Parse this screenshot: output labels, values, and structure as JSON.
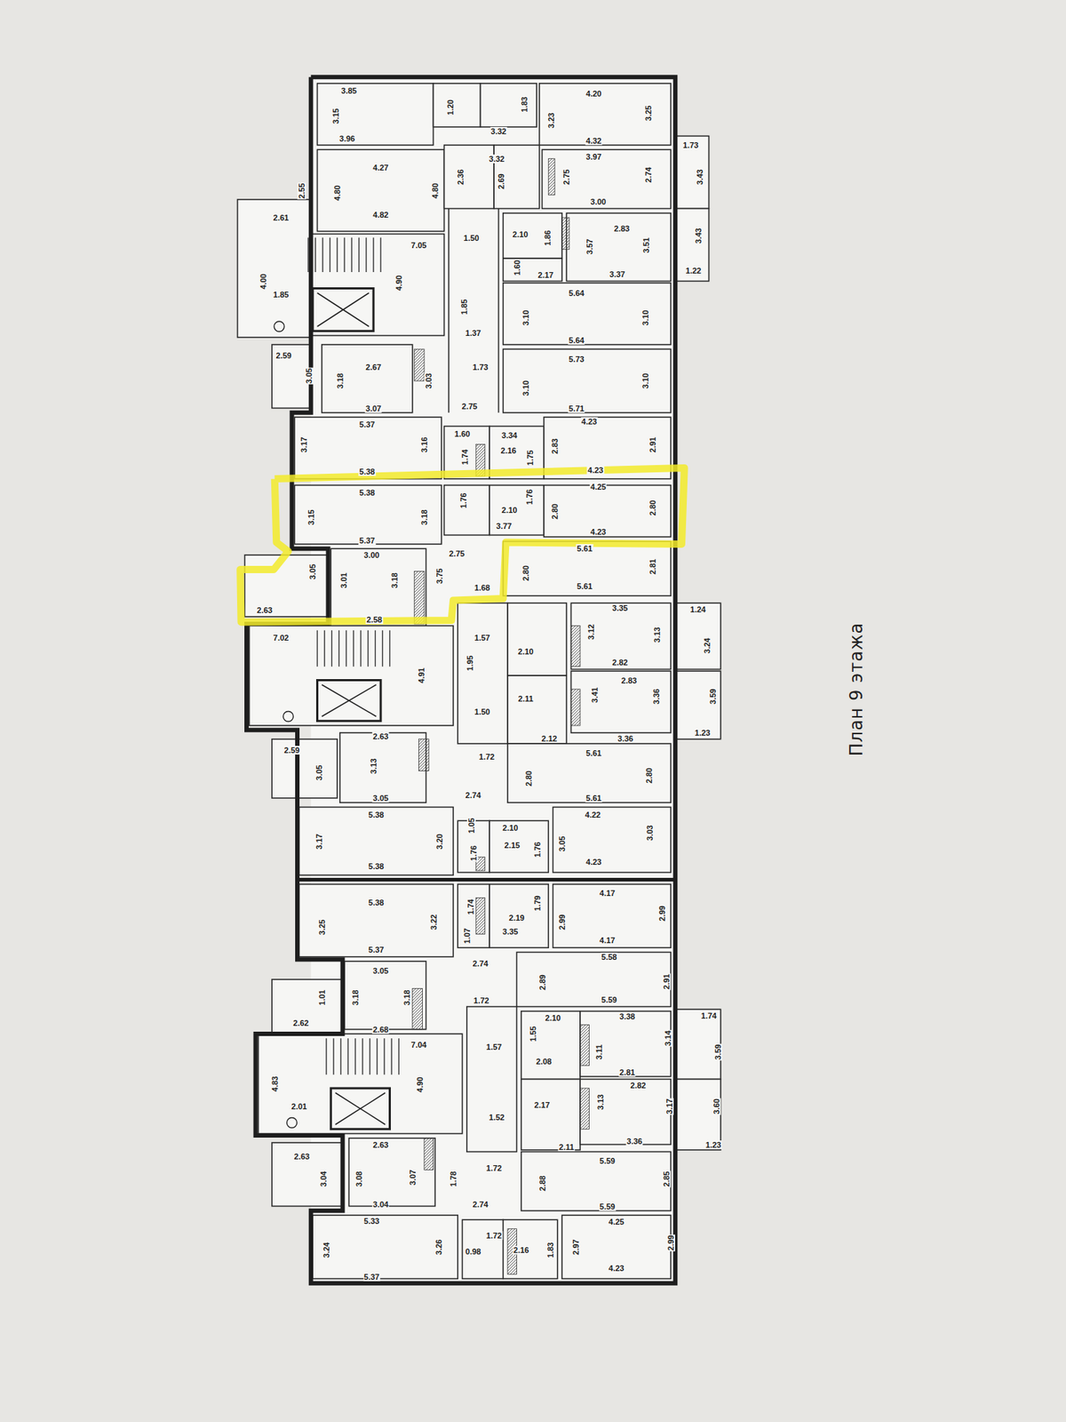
{
  "diagram": {
    "caption": "План 9 этажа",
    "labels": [
      "3.85",
      "3.96",
      "3.15",
      "4.27",
      "4.82",
      "4.80",
      "4.80",
      "3.32",
      "1.20",
      "1.83",
      "2.36",
      "3.32",
      "2.69",
      "4.20",
      "4.32",
      "3.23",
      "3.25",
      "3.97",
      "3.00",
      "2.75",
      "2.74",
      "2.10",
      "2.17",
      "1.86",
      "1.60",
      "2.83",
      "3.37",
      "3.57",
      "3.51",
      "5.64",
      "5.64",
      "3.10",
      "3.10",
      "5.73",
      "5.71",
      "3.10",
      "3.10",
      "1.50",
      "1.85",
      "1.37",
      "1.73",
      "2.75",
      "7.05",
      "4.90",
      "2.61",
      "2.55",
      "1.85",
      "4.00",
      "2.67",
      "3.07",
      "3.18",
      "3.03",
      "2.59",
      "3.05",
      "1.73",
      "3.43",
      "3.43",
      "1.22",
      "5.37",
      "5.38",
      "3.17",
      "3.16",
      "5.38",
      "5.37",
      "3.15",
      "3.18",
      "3.34",
      "1.60",
      "2.16",
      "1.75",
      "1.74",
      "1.76",
      "1.76",
      "2.10",
      "3.77",
      "4.23",
      "4.23",
      "2.83",
      "2.91",
      "4.25",
      "4.23",
      "2.80",
      "2.80",
      "5.61",
      "5.61",
      "2.80",
      "2.81",
      "3.00",
      "2.58",
      "3.01",
      "3.18",
      "3.75",
      "2.75",
      "1.68",
      "2.63",
      "3.05",
      "7.02",
      "4.91",
      "1.57",
      "1.95",
      "1.50",
      "1.72",
      "2.10",
      "2.11",
      "2.12",
      "3.35",
      "2.82",
      "3.12",
      "3.13",
      "2.83",
      "3.36",
      "3.41",
      "3.36",
      "1.24",
      "3.24",
      "3.59",
      "1.23",
      "5.61",
      "5.61",
      "2.80",
      "2.80",
      "4.22",
      "4.23",
      "3.05",
      "3.03",
      "2.63",
      "3.05",
      "3.13",
      "2.59",
      "3.05",
      "2.74",
      "2.10",
      "1.05",
      "5.38",
      "5.38",
      "3.17",
      "3.20",
      "1.76",
      "2.15",
      "1.76",
      "5.38",
      "5.37",
      "3.25",
      "3.22",
      "1.74",
      "2.19",
      "3.35",
      "1.79",
      "1.07",
      "4.17",
      "4.17",
      "2.99",
      "2.99",
      "5.58",
      "5.59",
      "2.89",
      "2.91",
      "2.74",
      "1.72",
      "3.05",
      "2.68",
      "3.18",
      "3.18",
      "1.01",
      "2.62",
      "7.04",
      "4.90",
      "2.01",
      "4.83",
      "1.57",
      "1.52",
      "1.72",
      "2.10",
      "2.08",
      "2.17",
      "2.11",
      "1.55",
      "3.38",
      "2.81",
      "3.11",
      "3.14",
      "2.82",
      "3.36",
      "3.13",
      "3.17",
      "1.74",
      "3.59",
      "3.60",
      "1.23",
      "5.59",
      "5.59",
      "2.88",
      "2.85",
      "2.63",
      "3.04",
      "3.08",
      "3.07",
      "3.04",
      "2.63",
      "2.74",
      "1.78",
      "5.33",
      "5.37",
      "3.24",
      "3.26",
      "1.72",
      "0.98",
      "2.16",
      "1.83",
      "4.25",
      "4.23",
      "2.97",
      "2.99"
    ]
  }
}
